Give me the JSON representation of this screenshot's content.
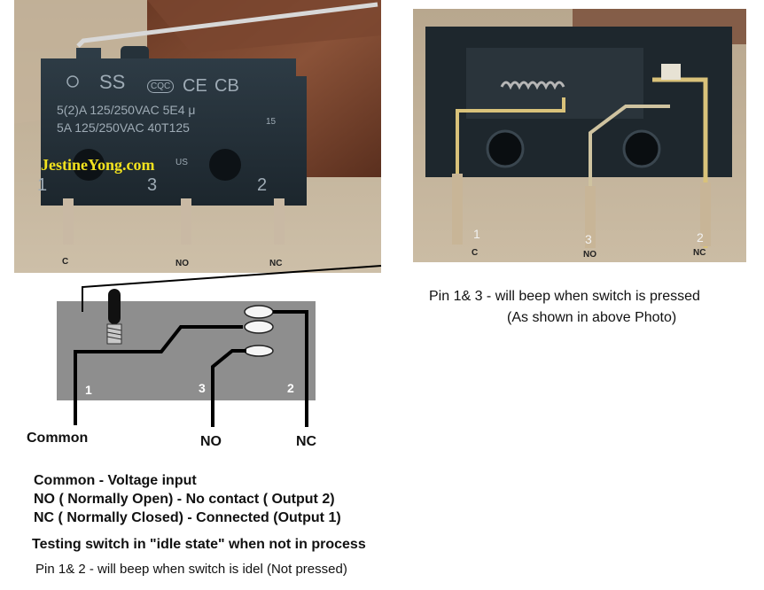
{
  "photo_left": {
    "brand": "SS",
    "cert_marks": [
      "CQC",
      "CE",
      "CB"
    ],
    "rating_line_1": "5(2)A  125/250VAC 5E4 μ",
    "rating_line_2": "5A   125/250VAC 40T125",
    "ul_mark": "US",
    "tk_mark": "15",
    "watermark": "JestineYong.com",
    "pin_numbers": [
      "1",
      "3",
      "2"
    ],
    "pin_names": [
      "C",
      "NO",
      "NC"
    ]
  },
  "photo_right": {
    "pin_numbers": [
      "1",
      "3",
      "2"
    ],
    "pin_names": [
      "C",
      "NO",
      "NC"
    ]
  },
  "schematic": {
    "pin_numbers": [
      "1",
      "3",
      "2"
    ],
    "terminal_labels": [
      "Common",
      "NO",
      "NC"
    ]
  },
  "note_right": {
    "line1": "Pin 1& 3 - will beep when switch is pressed",
    "line2": "(As shown in above Photo)"
  },
  "legend": {
    "common": "Common - Voltage input",
    "no": "NO ( Normally Open) - No contact ( Output 2)",
    "nc": "NC ( Normally Closed) - Connected (Output 1)"
  },
  "testing": {
    "heading": "Testing switch in \"idle state\" when not in process",
    "line": "Pin 1& 2 -  will beep when switch is idel (Not pressed)"
  }
}
